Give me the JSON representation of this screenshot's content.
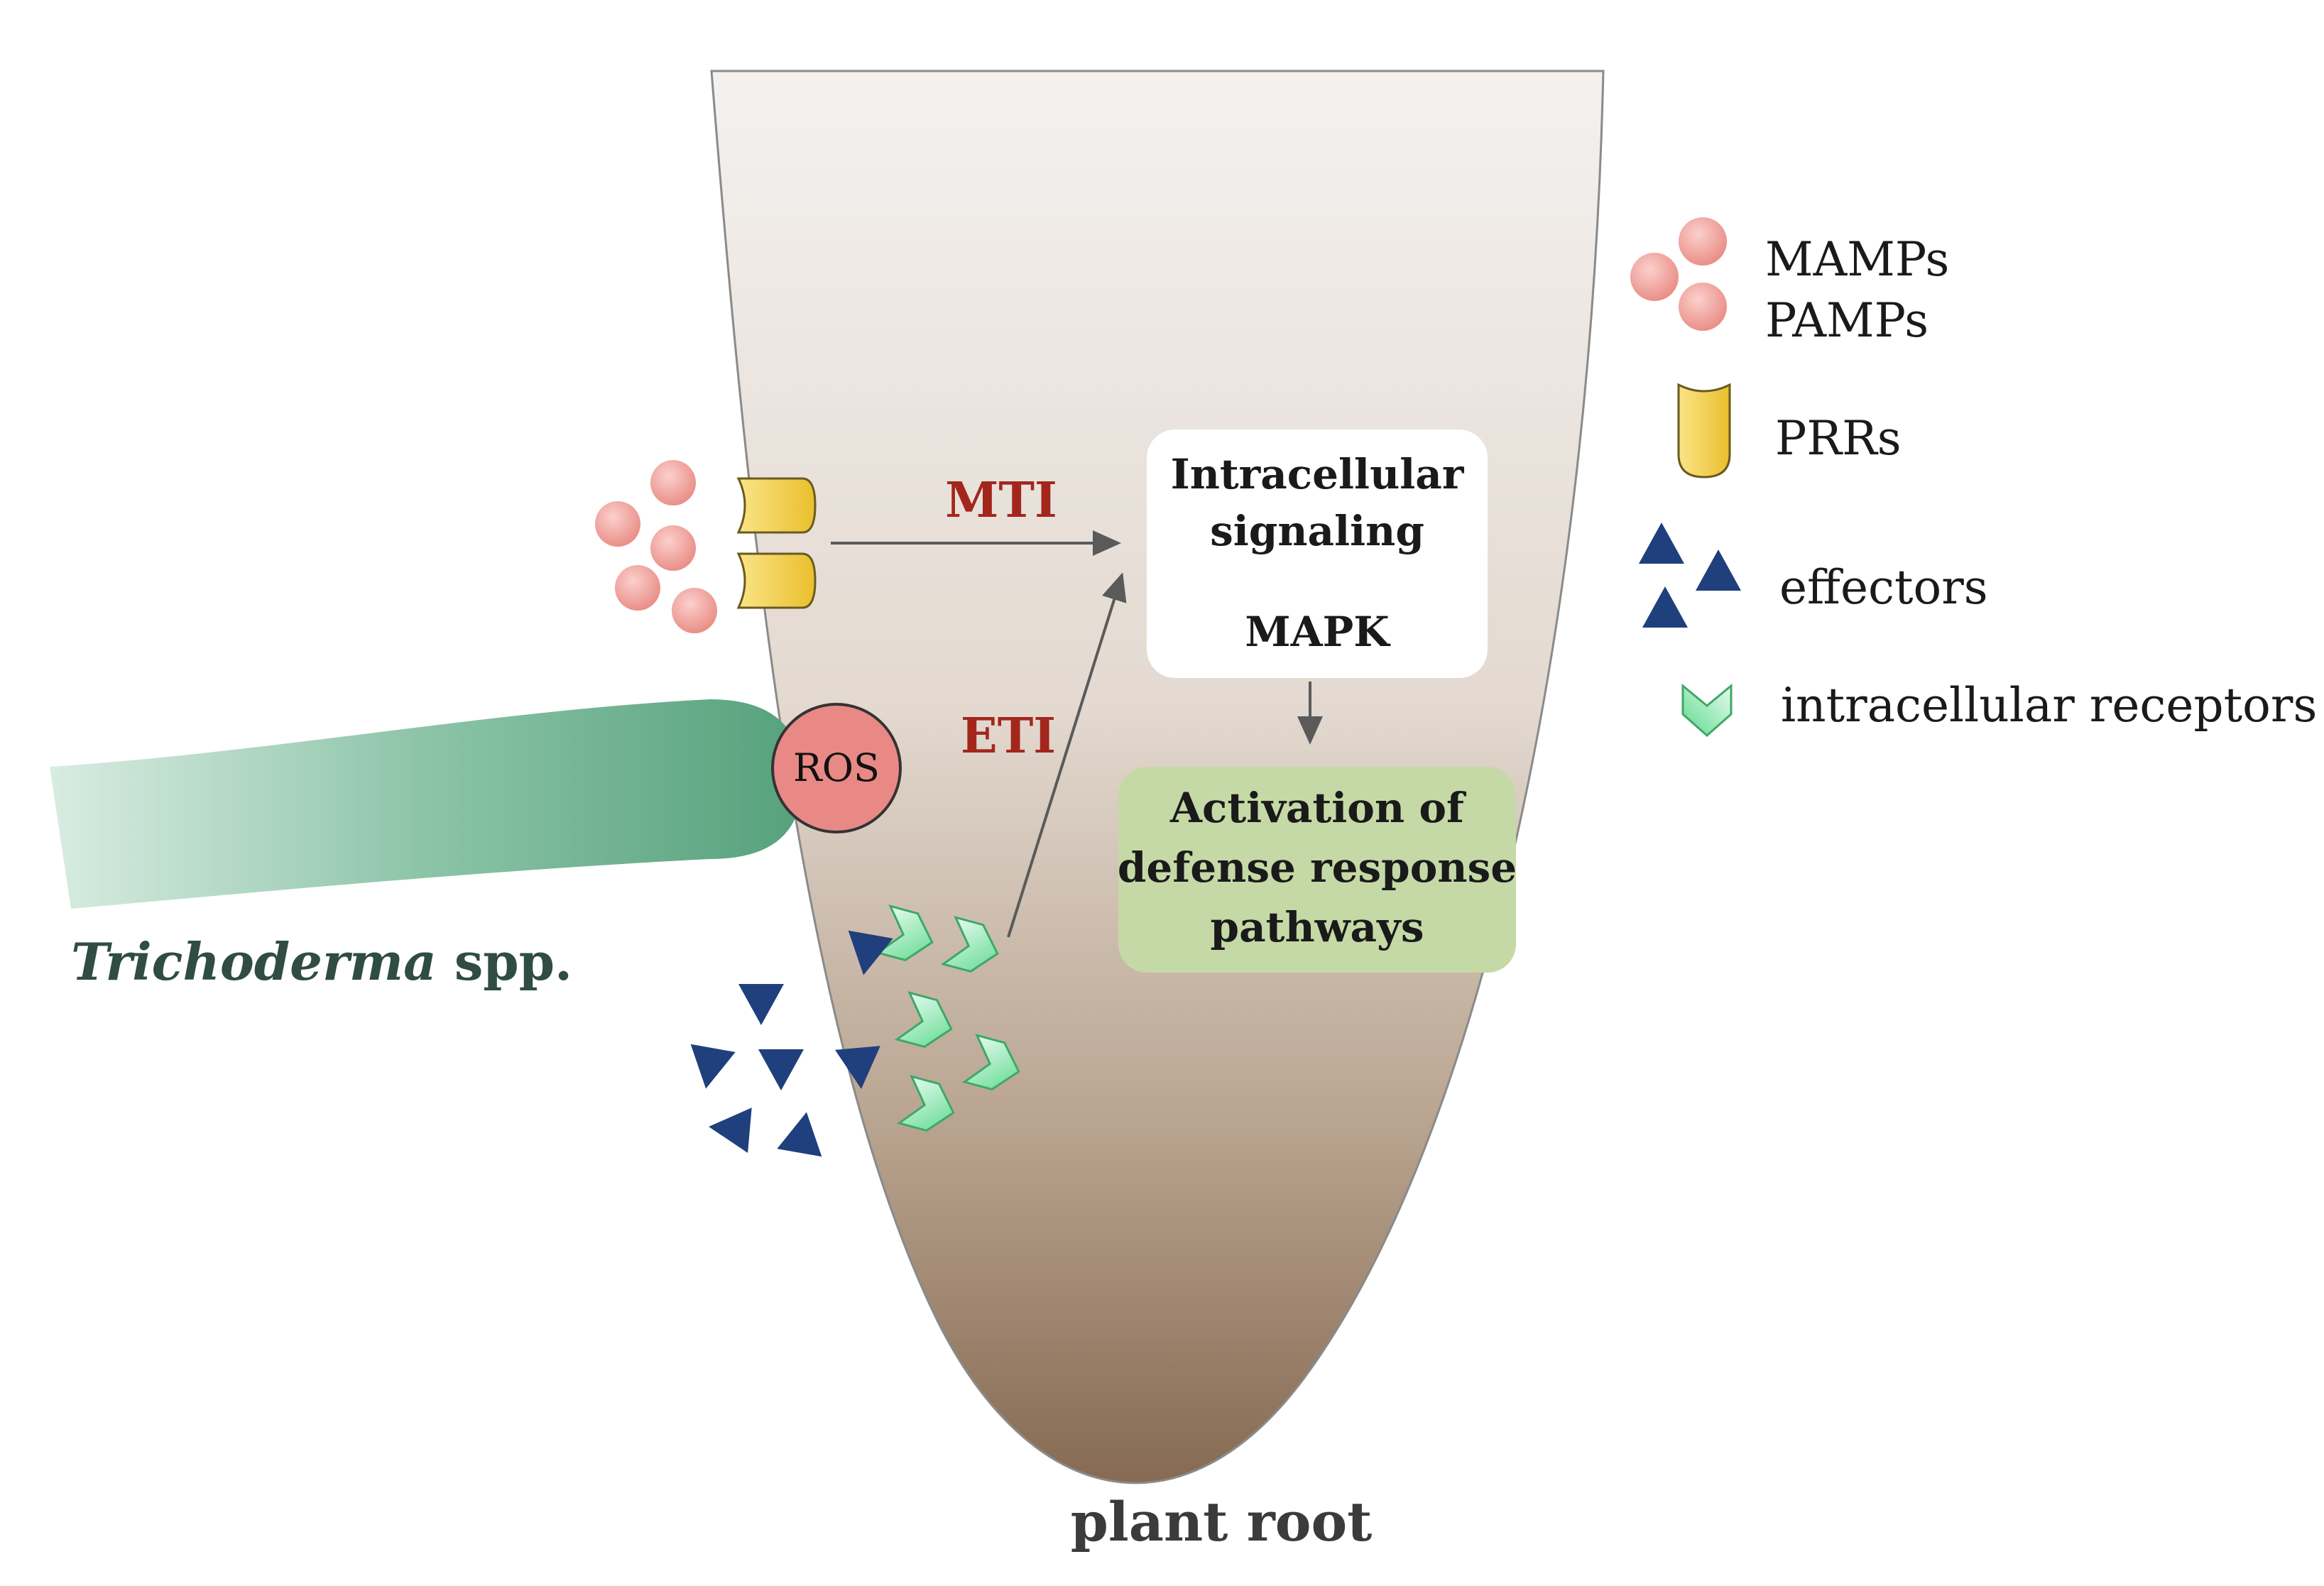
{
  "labels": {
    "mti": "MTI",
    "eti": "ETI",
    "ros": "ROS",
    "trichoderma_genus": "Trichoderma",
    "trichoderma_suffix": " spp.",
    "plant_root": "plant root"
  },
  "signaling_box": {
    "line1": "Intracellular",
    "line2": "signaling",
    "line3": "MAPK"
  },
  "defense_box": {
    "line1": "Activation of",
    "line2": "defense response",
    "line3": "pathways"
  },
  "legend": {
    "mamps": "MAMPs",
    "pamps": "PAMPs",
    "prrs": "PRRs",
    "effectors": "effectors",
    "receptors": "intracellular receptors"
  },
  "colors": {
    "mti_eti_text": "#a3261c",
    "mamp_pink": "#ef9a94",
    "prr_yellow": "#f7d55a",
    "effector_blue": "#1f3f7d",
    "receptor_green": "#6fe09a",
    "ros_fill": "#e98985",
    "hypha_green": "#5ea884",
    "root_top": "#f2efed",
    "root_bottom": "#8c705a",
    "defense_box": "#c5d9a6"
  }
}
